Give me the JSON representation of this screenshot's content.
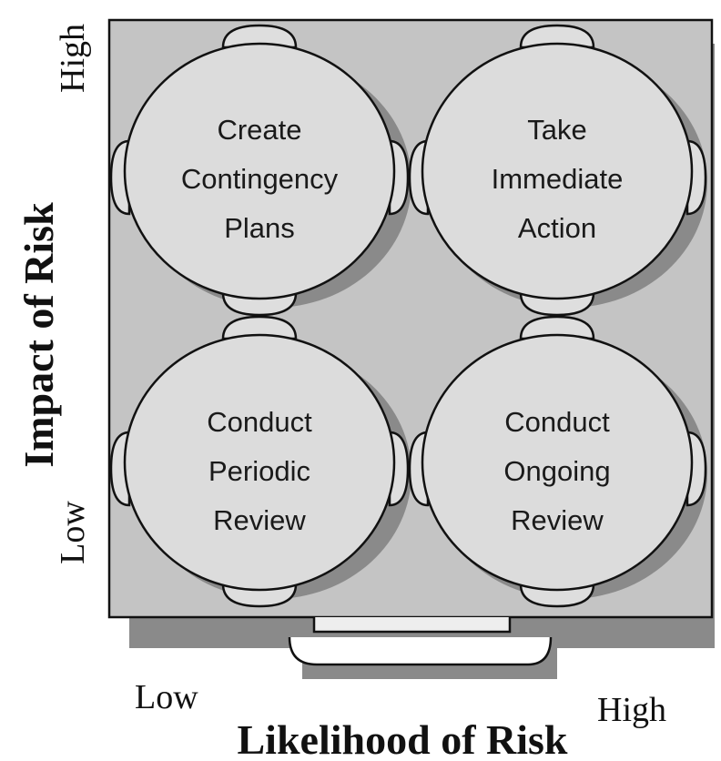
{
  "matrix": {
    "y_axis": {
      "title": "Impact of Risk",
      "high_label": "High",
      "low_label": "Low"
    },
    "x_axis": {
      "title": "Likelihood of Risk",
      "low_label": "Low",
      "high_label": "High"
    },
    "quadrants": {
      "top_left": {
        "lines": [
          "Create",
          "Contingency",
          "Plans"
        ]
      },
      "top_right": {
        "lines": [
          "Take",
          "Immediate",
          "Action"
        ]
      },
      "bottom_left": {
        "lines": [
          "Conduct",
          "Periodic",
          "Review"
        ]
      },
      "bottom_right": {
        "lines": [
          "Conduct",
          "Ongoing",
          "Review"
        ]
      }
    }
  }
}
